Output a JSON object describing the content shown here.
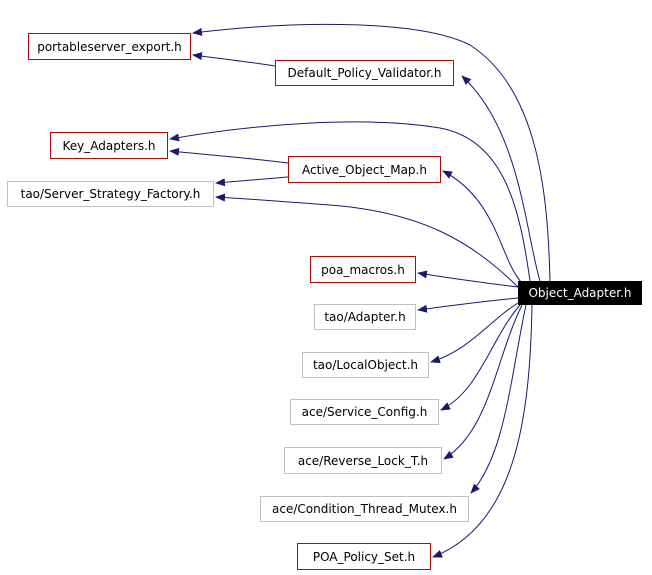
{
  "diagram": {
    "edge_color": "#191970",
    "nodes": {
      "object_adapter": "Object_Adapter.h",
      "portableserver_export": "portableserver_export.h",
      "default_policy_validator": "Default_Policy_Validator.h",
      "key_adapters": "Key_Adapters.h",
      "active_object_map": "Active_Object_Map.h",
      "server_strategy_factory": "tao/Server_Strategy_Factory.h",
      "poa_macros": "poa_macros.h",
      "tao_adapter": "tao/Adapter.h",
      "tao_local_object": "tao/LocalObject.h",
      "service_config": "ace/Service_Config.h",
      "reverse_lock": "ace/Reverse_Lock_T.h",
      "condition_thread_mutex": "ace/Condition_Thread_Mutex.h",
      "poa_policy_set": "POA_Policy_Set.h"
    },
    "node_colors": {
      "local_border": "#cc0000",
      "external_border": "#c0c0c0",
      "root_fill": "#000000",
      "root_text": "#ffffff"
    }
  }
}
